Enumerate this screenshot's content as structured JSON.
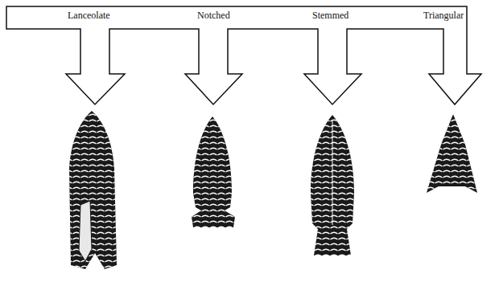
{
  "diagram": {
    "labels": [
      "Lanceolate",
      "Notched",
      "Stemmed",
      "Triangular"
    ]
  }
}
